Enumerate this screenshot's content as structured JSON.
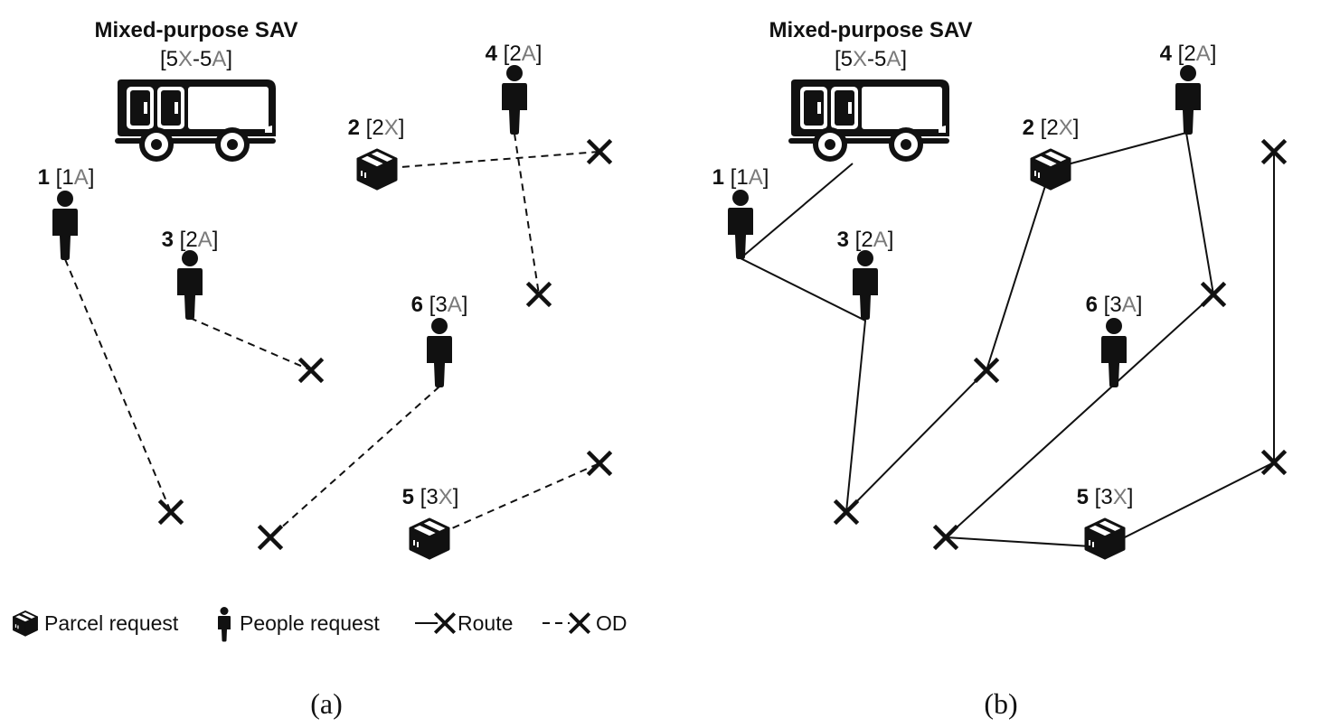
{
  "colors": {
    "ink": "#111111",
    "capacity_letter": "#7a7a7a",
    "background": "#ffffff"
  },
  "vehicle": {
    "title": "Mixed-purpose SAV",
    "cap_open": "[",
    "cap_n1": "5",
    "cap_l1": "X",
    "cap_sep": "-",
    "cap_n2": "5",
    "cap_l2": "A",
    "cap_close": "]"
  },
  "requests": [
    {
      "id": "1",
      "type": "people",
      "icon": "person-icon",
      "n": "1",
      "unit": "A"
    },
    {
      "id": "2",
      "type": "parcel",
      "icon": "parcel-icon",
      "n": "2",
      "unit": "X"
    },
    {
      "id": "3",
      "type": "people",
      "icon": "person-icon",
      "n": "2",
      "unit": "A"
    },
    {
      "id": "4",
      "type": "people",
      "icon": "person-icon",
      "n": "2",
      "unit": "A"
    },
    {
      "id": "5",
      "type": "parcel",
      "icon": "parcel-icon",
      "n": "3",
      "unit": "X"
    },
    {
      "id": "6",
      "type": "people",
      "icon": "person-icon",
      "n": "3",
      "unit": "A"
    }
  ],
  "legend": {
    "parcel": "Parcel request",
    "people": "People request",
    "route": "Route",
    "od": "OD"
  },
  "captions": {
    "a": "(a)",
    "b": "(b)"
  }
}
